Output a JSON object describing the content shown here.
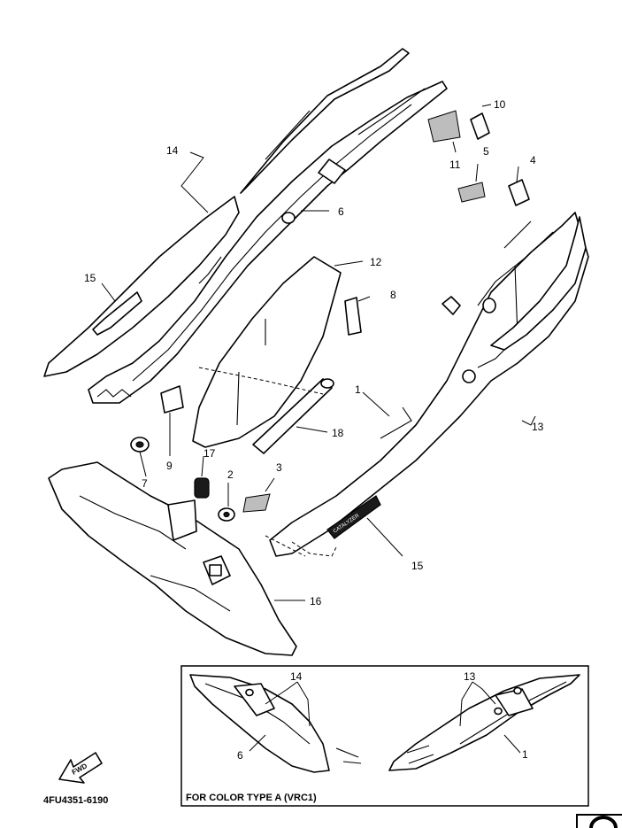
{
  "callouts": {
    "c1": "1",
    "c2": "2",
    "c3": "3",
    "c4": "4",
    "c5": "5",
    "c6": "6",
    "c7": "7",
    "c8": "8",
    "c9": "9",
    "c10": "10",
    "c11": "11",
    "c12": "12",
    "c13": "13",
    "c14": "14",
    "c15": "15",
    "c16": "16",
    "c17": "17",
    "c18": "18",
    "c15b": "15"
  },
  "inset": {
    "label_14": "14",
    "label_13": "13",
    "label_6": "6",
    "label_1": "1",
    "caption": "FOR COLOR TYPE A (VRC1)"
  },
  "fwd_label": "FWD",
  "decal_text": "CATALYZER",
  "diagram_code": "4FU4351-6190",
  "colors": {
    "line": "#000000",
    "background": "#ffffff"
  }
}
